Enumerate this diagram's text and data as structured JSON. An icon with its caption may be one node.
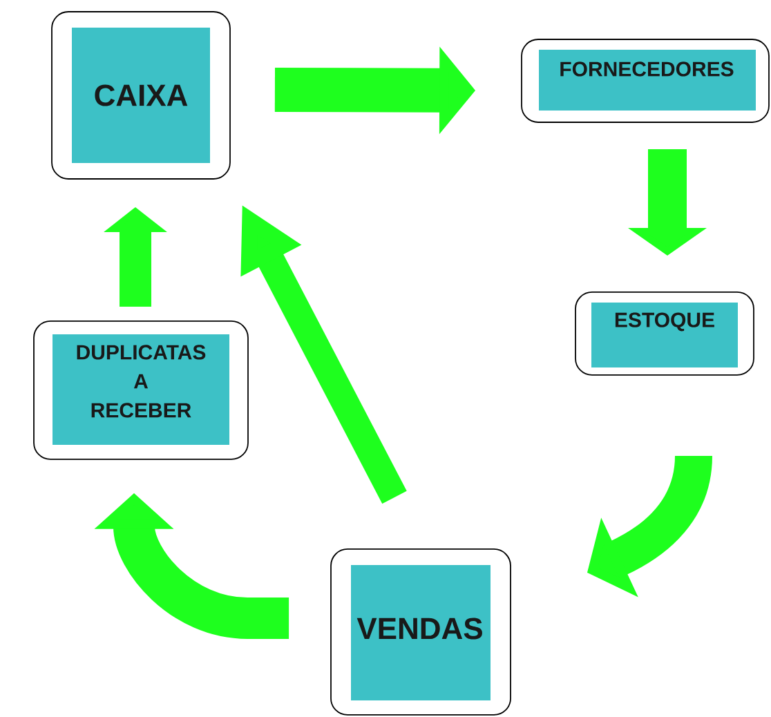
{
  "diagram": {
    "nodes": [
      {
        "text": [
          "CAIXA"
        ]
      },
      {
        "text": [
          "FORNECEDORES"
        ]
      },
      {
        "text": [
          "ESTOQUE"
        ]
      },
      {
        "text": [
          "VENDAS"
        ]
      },
      {
        "text": [
          "DUPLICATAS A RECEBER"
        ]
      }
    ],
    "edges": [
      {
        "from": 0,
        "to": 1,
        "arrow": "to"
      },
      {
        "from": 1,
        "to": 2,
        "arrow": "to"
      },
      {
        "from": 2,
        "to": 3,
        "arrow": "to"
      },
      {
        "from": 3,
        "to": 0,
        "arrow": "to"
      },
      {
        "from": 3,
        "to": 4,
        "arrow": "to"
      },
      {
        "from": 4,
        "to": 0,
        "arrow": "to"
      }
    ]
  }
}
